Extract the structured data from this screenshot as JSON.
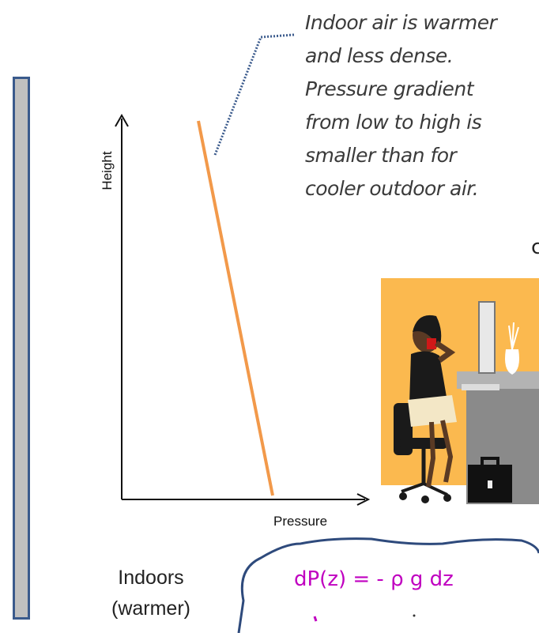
{
  "annotation": {
    "lines": [
      "Indoor air is warmer",
      "and less dense.",
      "Pressure gradient",
      "from low to high is",
      "smaller than for",
      "cooler outdoor air."
    ]
  },
  "chart": {
    "xlabel": "Pressure",
    "ylabel": "Height"
  },
  "indoors_label": {
    "line1": "Indoors",
    "line2": "(warmer)"
  },
  "equation": "dP(z) = - ρ g dz",
  "stray_char": "c",
  "colors": {
    "profile_line": "#f2994a",
    "callout_dots": "#3a5a8c",
    "equation_text": "#c000c0",
    "wall_fill": "#c0c0c0",
    "wall_border": "#3a5a8c",
    "illustration_bg": "#fbb94f"
  }
}
